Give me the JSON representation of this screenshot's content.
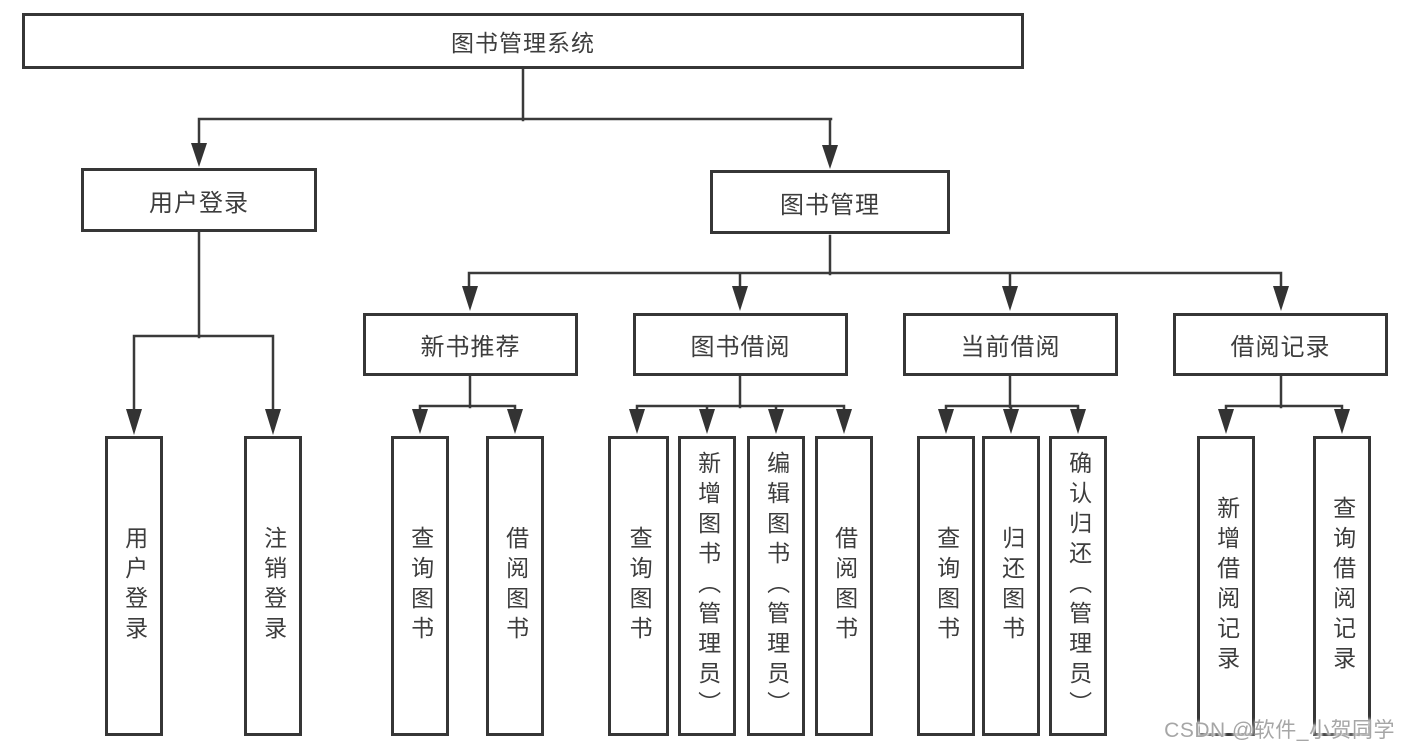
{
  "diagram": {
    "root": "图书管理系统",
    "level2": [
      "用户登录",
      "图书管理"
    ],
    "level3": [
      "新书推荐",
      "图书借阅",
      "当前借阅",
      "借阅记录"
    ],
    "leaves": {
      "user": [
        "用户登录",
        "注销登录"
      ],
      "newbook": [
        "查询图书",
        "借阅图书"
      ],
      "borrow": [
        "查询图书",
        "新增图书（管理员）",
        "编辑图书（管理员）",
        "借阅图书"
      ],
      "current": [
        "查询图书",
        "归还图书",
        "确认归还（管理员）"
      ],
      "records": [
        "新增借阅记录",
        "查询借阅记录"
      ]
    }
  },
  "watermark": "CSDN @软件_小贺同学",
  "colors": {
    "line": "#3a3a3a",
    "box_border": "#363636",
    "text": "#3d3d3d",
    "watermark": "#a6a6a6",
    "background": "#ffffff"
  }
}
